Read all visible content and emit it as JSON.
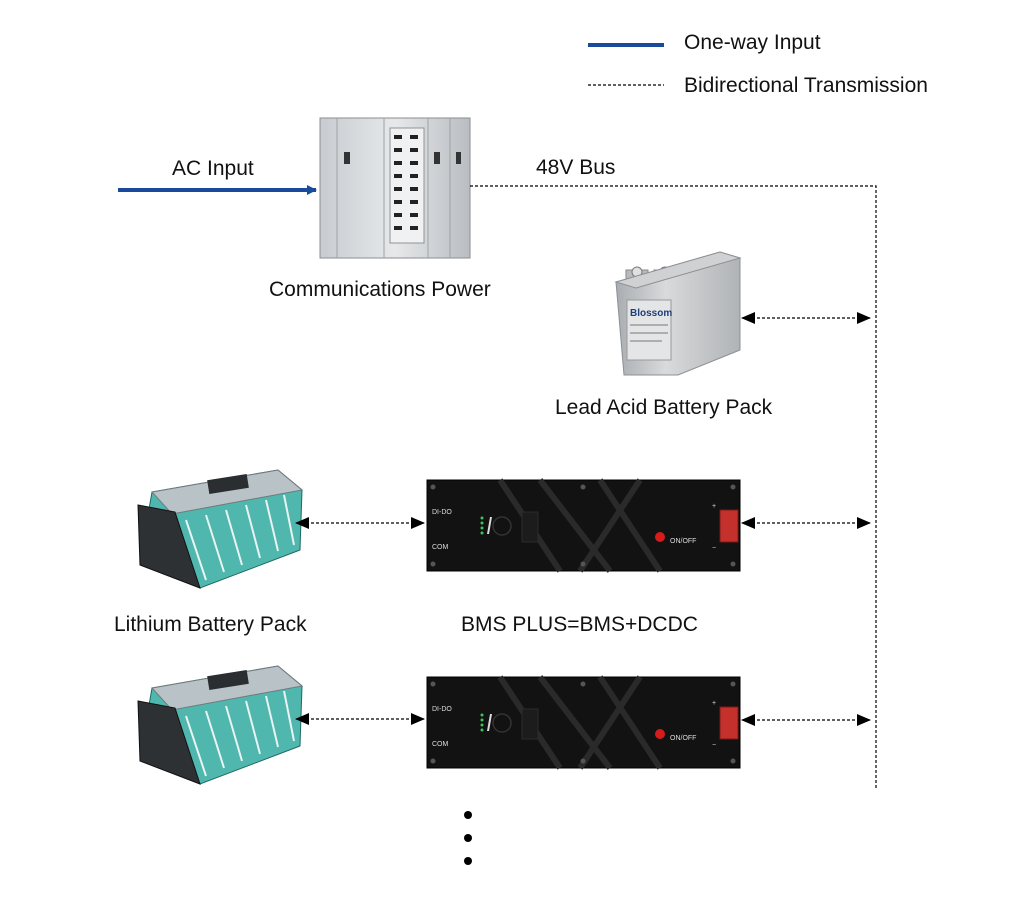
{
  "legend": {
    "one_way": "One-way Input",
    "bidirectional": "Bidirectional Transmission"
  },
  "labels": {
    "ac_input": "AC Input",
    "bus": "48V Bus",
    "communications_power": "Communications Power",
    "lead_acid": "Lead Acid Battery Pack",
    "lithium": "Lithium Battery Pack",
    "bms_plus": "BMS PLUS=BMS+DCDC"
  },
  "device_text": {
    "lead_acid_brand": "Blossom",
    "bms_port_dido": "DI-DO",
    "bms_port_com": "COM",
    "bms_switch": "ON/OFF",
    "bms_plus_sign": "+",
    "bms_minus_sign": "−"
  },
  "colors": {
    "one_way_line": "#1a4a9c",
    "dashed_line": "#000000",
    "bms_body": "#121212",
    "lithium_cells": "#4fb7ad"
  }
}
